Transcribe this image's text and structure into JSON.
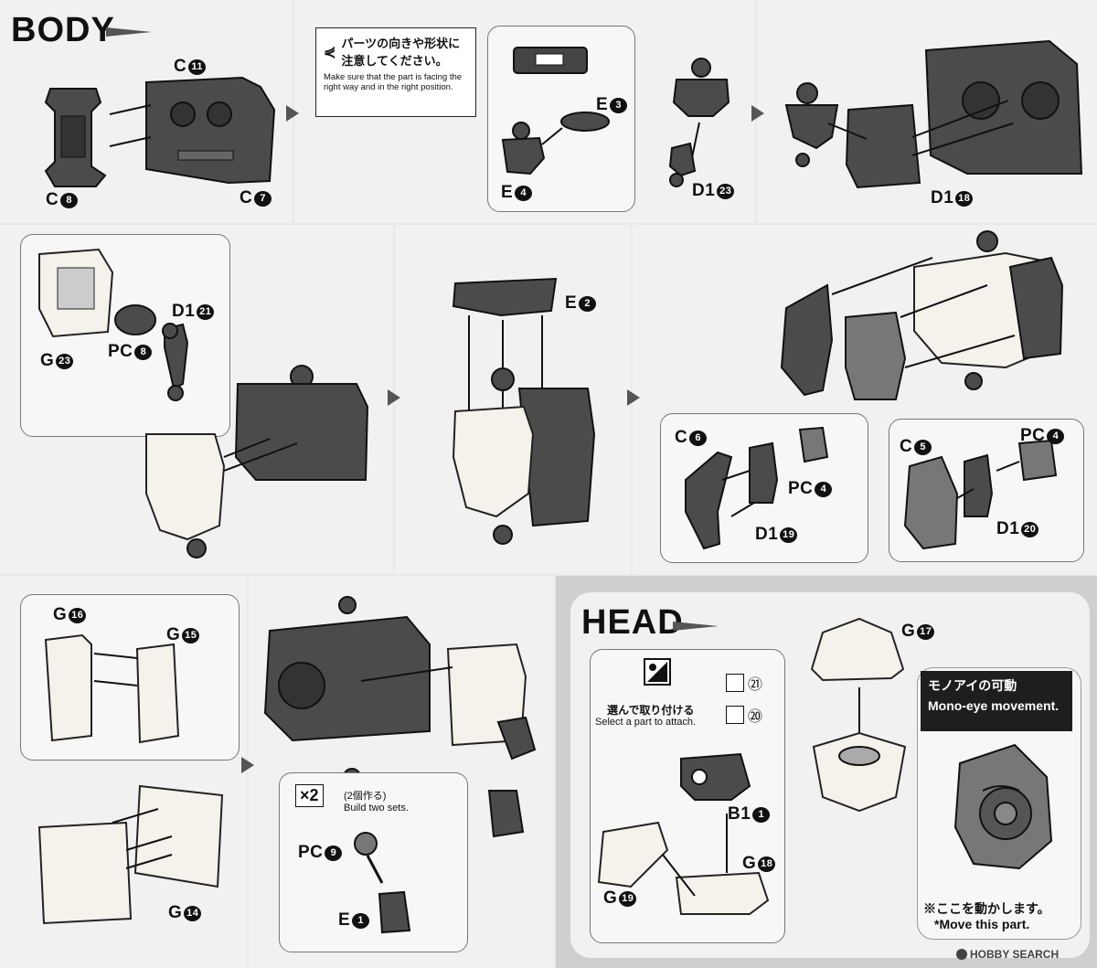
{
  "sections": {
    "body_title": "BODY",
    "head_title": "HEAD"
  },
  "labels": {
    "c11": {
      "letter": "C",
      "num": "11"
    },
    "c8": {
      "letter": "C",
      "num": "8"
    },
    "c7": {
      "letter": "C",
      "num": "7"
    },
    "e3": {
      "letter": "E",
      "num": "3"
    },
    "e4": {
      "letter": "E",
      "num": "4"
    },
    "d1_23": {
      "letter": "D1",
      "num": "23"
    },
    "d1_18": {
      "letter": "D1",
      "num": "18"
    },
    "d1_21": {
      "letter": "D1",
      "num": "21"
    },
    "pc8": {
      "letter": "PC",
      "num": "8"
    },
    "g23": {
      "letter": "G",
      "num": "23"
    },
    "e2": {
      "letter": "E",
      "num": "2"
    },
    "c6": {
      "letter": "C",
      "num": "6"
    },
    "pc4a": {
      "letter": "PC",
      "num": "4"
    },
    "d1_19": {
      "letter": "D1",
      "num": "19"
    },
    "c5": {
      "letter": "C",
      "num": "5"
    },
    "pc4b": {
      "letter": "PC",
      "num": "4"
    },
    "d1_20": {
      "letter": "D1",
      "num": "20"
    },
    "g16": {
      "letter": "G",
      "num": "16"
    },
    "g15": {
      "letter": "G",
      "num": "15"
    },
    "g14": {
      "letter": "G",
      "num": "14"
    },
    "pc9": {
      "letter": "PC",
      "num": "9"
    },
    "e1": {
      "letter": "E",
      "num": "1"
    },
    "g17": {
      "letter": "G",
      "num": "17"
    },
    "b1_1": {
      "letter": "B1",
      "num": "1"
    },
    "g18": {
      "letter": "G",
      "num": "18"
    },
    "g19": {
      "letter": "G",
      "num": "19"
    }
  },
  "notes": {
    "orientation_jp_1": "パーツの向きや形状に",
    "orientation_jp_2": "注意してください。",
    "orientation_en": "Make sure that the part is facing the right way and in the right position.",
    "x2_mark": "×2",
    "x2_jp": "(2個作る)",
    "x2_en": "Build two sets.",
    "select_jp": "選んで取り付ける",
    "select_en": "Select a part to attach.",
    "option_21": "㉑",
    "option_20": "⑳",
    "mono_jp": "モノアイの可動",
    "mono_en": "Mono-eye movement.",
    "move_jp": "※ここを動かします。",
    "move_en": "*Move this part."
  },
  "watermark": "HOBBY SEARCH"
}
